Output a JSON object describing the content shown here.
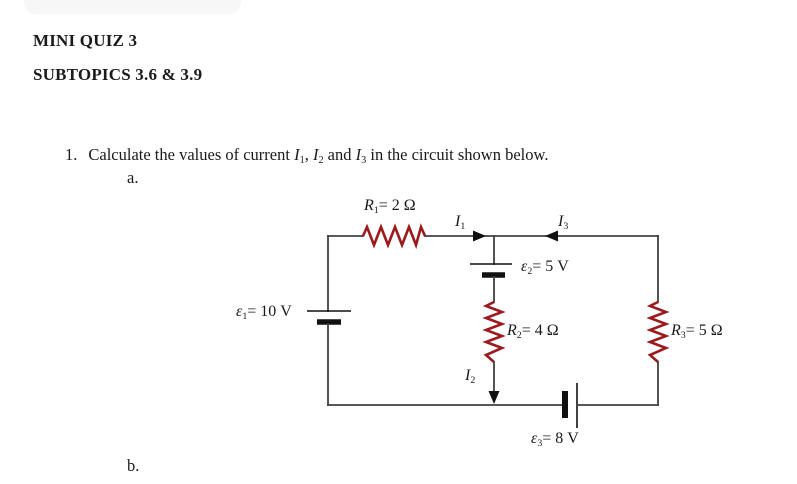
{
  "header": {
    "title": "MINI QUIZ 3",
    "subtitle": "SUBTOPICS 3.6 & 3.9"
  },
  "question": {
    "number": "1.",
    "pre": "Calculate the values of current ",
    "cur1": {
      "sym": "I",
      "sub": "1"
    },
    "sep1": ", ",
    "cur2": {
      "sym": "I",
      "sub": "2"
    },
    "sep2": " and ",
    "cur3": {
      "sym": "I",
      "sub": "3"
    },
    "post": " in the circuit shown below.",
    "part_a": "a.",
    "part_b": "b."
  },
  "circuit": {
    "resistors": {
      "r1": {
        "sym": "R",
        "sub": "1",
        "val": "= 2 Ω"
      },
      "r2": {
        "sym": "R",
        "sub": "2",
        "val": "= 4 Ω"
      },
      "r3": {
        "sym": "R",
        "sub": "3",
        "val": "= 5 Ω"
      }
    },
    "sources": {
      "e1": {
        "sym": "ε",
        "sub": "1",
        "val": "= 10 V"
      },
      "e2": {
        "sym": "ε",
        "sub": "2",
        "val": "= 5 V"
      },
      "e3": {
        "sym": "ε",
        "sub": "3",
        "val": "= 8 V"
      }
    },
    "currents": {
      "i1": {
        "sym": "I",
        "sub": "1"
      },
      "i2": {
        "sym": "I",
        "sub": "2"
      },
      "i3": {
        "sym": "I",
        "sub": "3"
      }
    },
    "colors": {
      "resistor": "#9c1a1e",
      "wire": "#404040",
      "battery": "#111111"
    }
  }
}
